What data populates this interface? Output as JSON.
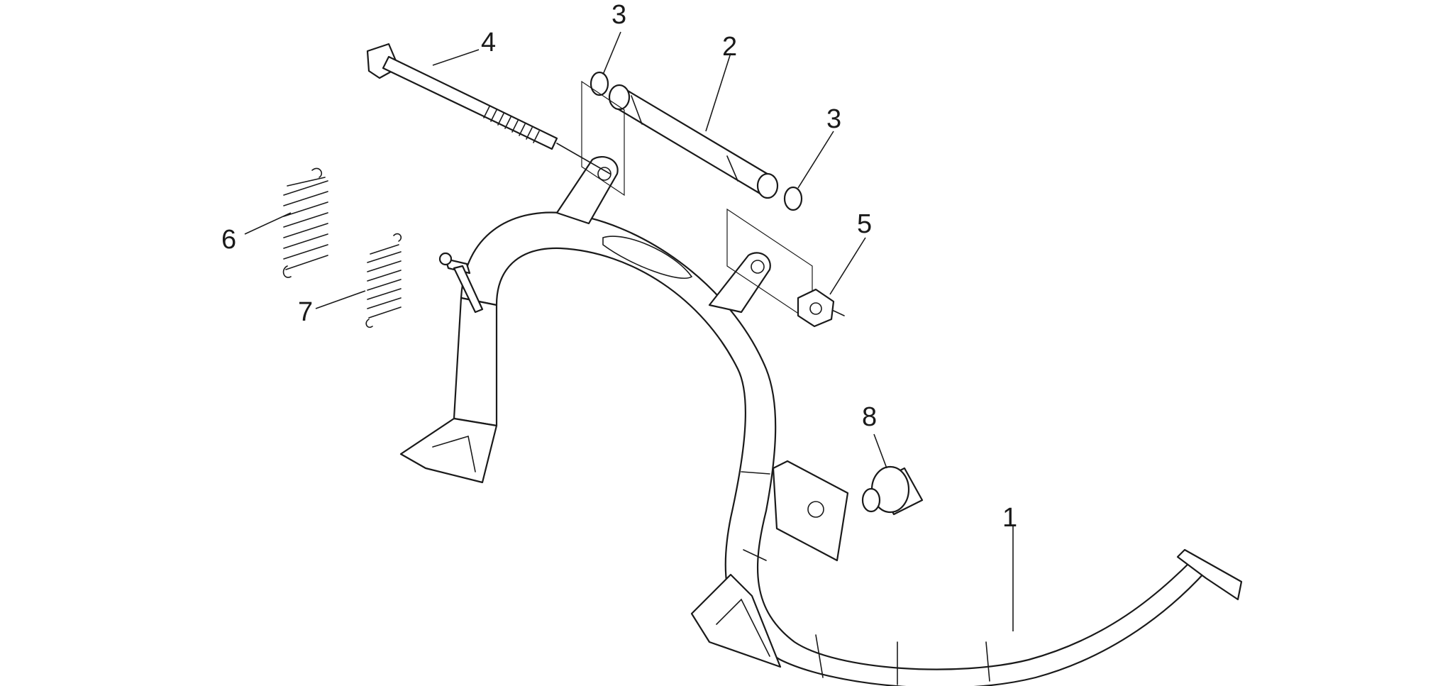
{
  "diagram": {
    "callouts": [
      "1",
      "2",
      "3",
      "3",
      "4",
      "5",
      "6",
      "7",
      "8"
    ]
  },
  "colors": {
    "ink": "#1a1a1a",
    "background": "#ffffff"
  }
}
